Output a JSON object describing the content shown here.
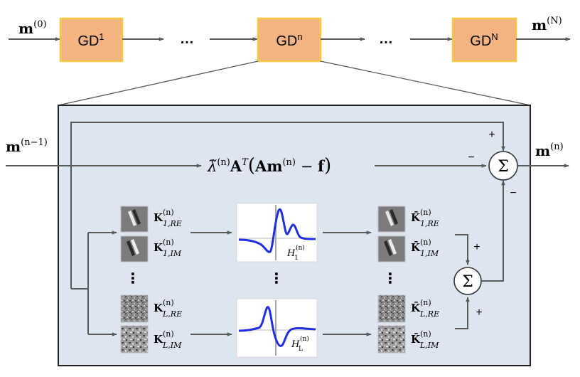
{
  "top": {
    "input": {
      "base": "m",
      "sup": "(0)"
    },
    "output": {
      "base": "m",
      "sup": "(N)"
    },
    "blocks": [
      {
        "base": "GD",
        "sup": "1"
      },
      {
        "base": "GD",
        "sup": "n"
      },
      {
        "base": "GD",
        "sup": "N"
      }
    ],
    "ellipsis": "…"
  },
  "detail": {
    "input": {
      "base": "m",
      "sup": "(n−1)"
    },
    "output": {
      "base": "m",
      "sup": "(n)"
    },
    "gradient": {
      "lambda": "λ̃",
      "lambda_sup": "(n)",
      "A": "A",
      "A_sup": "T",
      "open": "(",
      "Am": "Am",
      "Am_sup": "(n)",
      "minus": " − ",
      "f": "f",
      "close": ")"
    },
    "sum_symbol": "Σ",
    "signs": {
      "top_plus": "+",
      "grad_minus": "−",
      "bottom_minus": "−",
      "small_top_plus": "+",
      "small_bottom_plus": "+"
    },
    "vdots": "⋮",
    "kernels": [
      {
        "sym": "K",
        "sup": "(n)",
        "sub": "1,RE"
      },
      {
        "sym": "K",
        "sup": "(n)",
        "sub": "1,IM"
      },
      {
        "sym": "K",
        "sup": "(n)",
        "sub": "L,RE"
      },
      {
        "sym": "K",
        "sup": "(n)",
        "sub": "L,IM"
      }
    ],
    "kernels_out": [
      {
        "sym": "K̄",
        "sup": "(n)",
        "sub": "1,RE"
      },
      {
        "sym": "K̄",
        "sup": "(n)",
        "sub": "1,IM"
      },
      {
        "sym": "K̄",
        "sup": "(n)",
        "sub": "L,RE"
      },
      {
        "sym": "K̄",
        "sup": "(n)",
        "sub": "L,IM"
      }
    ],
    "activations": [
      {
        "sym": "H",
        "sub": "1",
        "sup": "(n)"
      },
      {
        "sym": "H",
        "sub": "L",
        "sup": "(n)"
      }
    ]
  }
}
